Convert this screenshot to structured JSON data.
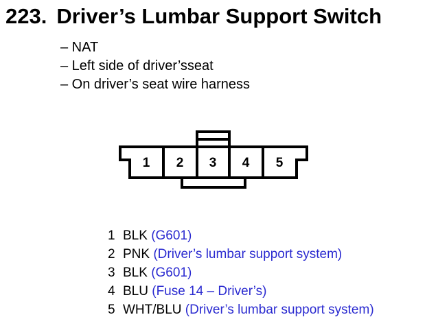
{
  "header": {
    "number": "223.",
    "title": "Driver’s Lumbar Support Switch"
  },
  "notes": [
    "– NAT",
    "– Left side of driver’sseat",
    "– On driver’s seat wire harness"
  ],
  "connector": {
    "cavities": [
      "1",
      "2",
      "3",
      "4",
      "5"
    ]
  },
  "pins": [
    {
      "number": "1",
      "wire": "BLK",
      "desc": "(G601)"
    },
    {
      "number": "2",
      "wire": "PNK",
      "desc": "(Driver’s lumbar support system)"
    },
    {
      "number": "3",
      "wire": "BLK",
      "desc": "(G601)"
    },
    {
      "number": "4",
      "wire": "BLU",
      "desc": "(Fuse 14 – Driver’s)"
    },
    {
      "number": "5",
      "wire": "WHT/BLU",
      "desc": "(Driver’s lumbar support system)"
    }
  ],
  "colors": {
    "text": "#000000",
    "link_blue": "#2a2ad0"
  }
}
